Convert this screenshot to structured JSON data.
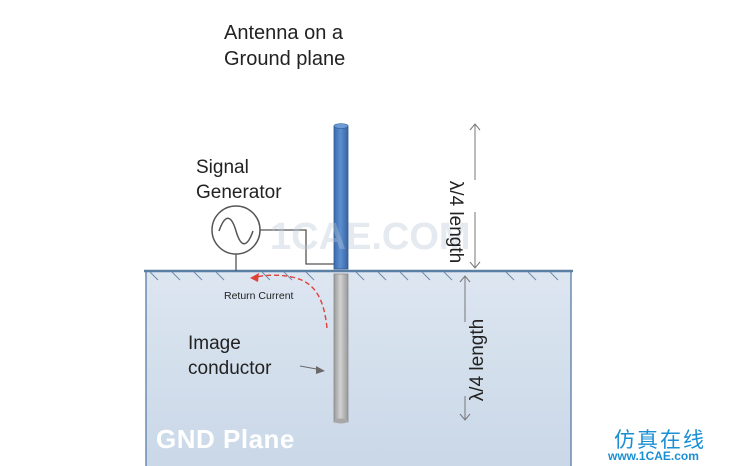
{
  "title_lines": [
    "Antenna on a",
    "Ground plane"
  ],
  "signal_generator_lines": [
    "Signal",
    "Generator"
  ],
  "return_current": "Return Current",
  "image_conductor_lines": [
    "Image",
    "conductor"
  ],
  "upper_length_label": "λ/4 length",
  "lower_length_label": "λ/4 length",
  "gnd_plane": "GND Plane",
  "watermark": "1CAE.COM",
  "logo_chinese": "仿真在线",
  "logo_url": "www.1CAE.com",
  "colors": {
    "antenna": "#4a7ec2",
    "image_conductor": "#b3b3b3",
    "ground_fill": "#dbe5f0",
    "ground_edge": "#5b7ea3",
    "return_current": "#e0403a",
    "logo": "#1a8fd4"
  }
}
